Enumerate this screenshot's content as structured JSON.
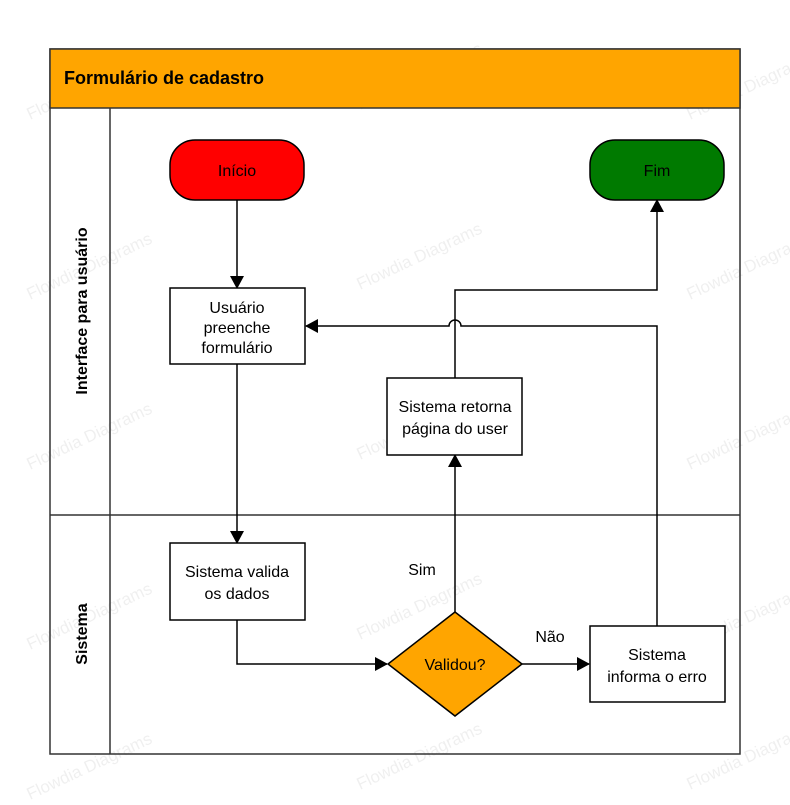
{
  "watermark": "Flowdia Diagrams",
  "pool": {
    "title": "Formulário de cadastro",
    "header_color": "#FFA500"
  },
  "lanes": [
    {
      "id": "lane-interface",
      "label": "Interface para usuário"
    },
    {
      "id": "lane-sistema",
      "label": "Sistema"
    }
  ],
  "nodes": {
    "inicio": {
      "label": "Início",
      "fill": "#FF0000"
    },
    "fim": {
      "label": "Fim",
      "fill": "#007A00"
    },
    "preenche": {
      "lines": [
        "Usuário",
        "preenche",
        "formulário"
      ]
    },
    "valida": {
      "lines": [
        "Sistema valida",
        "os dados"
      ]
    },
    "retorna": {
      "lines": [
        "Sistema retorna",
        "página do user"
      ]
    },
    "decisao": {
      "label": "Validou?",
      "fill": "#FFA500"
    },
    "erro": {
      "lines": [
        "Sistema",
        "informa o erro"
      ]
    }
  },
  "edge_labels": {
    "sim": "Sim",
    "nao": "Não"
  }
}
